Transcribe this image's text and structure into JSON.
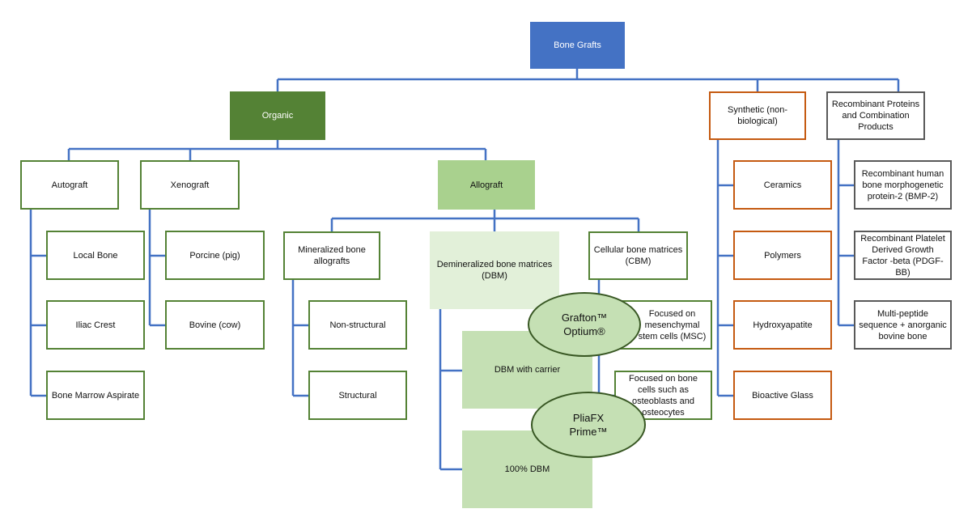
{
  "root": "Bone Grafts",
  "organic": {
    "label": "Organic",
    "autograft": {
      "label": "Autograft",
      "children": [
        "Local Bone",
        "Iliac Crest",
        "Bone Marrow  Aspirate"
      ]
    },
    "xenograft": {
      "label": "Xenograft",
      "children": [
        "Porcine (pig)",
        "Bovine (cow)"
      ]
    },
    "allograft": {
      "label": "Allograft",
      "mineralized": {
        "label": "Mineralized bone allografts",
        "children": [
          "Non-structural",
          "Structural"
        ]
      },
      "demineralized": {
        "label": "Demineralized bone matrices (DBM)",
        "children": [
          "DBM with carrier",
          "100% DBM"
        ]
      },
      "cellular": {
        "label": "Cellular bone matrices (CBM)",
        "children": [
          "Focused on mesenchymal stem cells (MSC)",
          "Focused on bone cells such as osteoblasts and osteocytes"
        ]
      }
    }
  },
  "synthetic": {
    "label": "Synthetic (non-biological)",
    "children": [
      "Ceramics",
      "Polymers",
      "Hydroxyapatite",
      "Bioactive Glass"
    ]
  },
  "recombinant": {
    "label": "Recombinant Proteins and Combination Products",
    "children": [
      "Recombinant human bone morphogenetic protein-2 (BMP-2)",
      "Recombinant Platelet Derived Growth Factor -beta (PDGF-BB)",
      "Multi-peptide sequence + anorganic bovine bone"
    ]
  },
  "callouts": [
    "Grafton™\nOptium®",
    "PliaFX\nPrime™"
  ],
  "colors": {
    "connector": "#4472c4",
    "root_fill": "#4472c4",
    "organic_fill": "#548235",
    "green_border": "#548235",
    "orange_border": "#c55a11",
    "gray_border": "#595959"
  }
}
